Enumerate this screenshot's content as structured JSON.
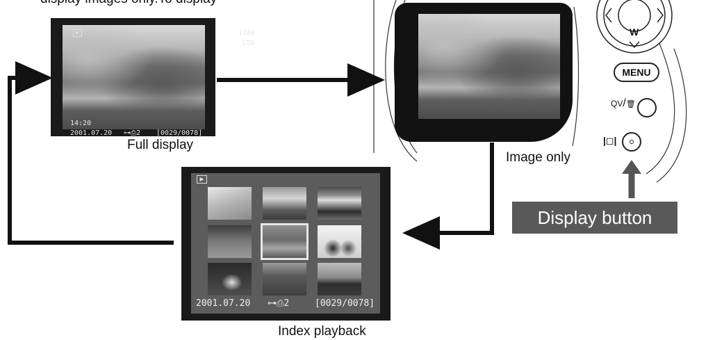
{
  "captions": {
    "top_cut": "display images only.To display",
    "full_display": "Full display",
    "image_only": "Image only",
    "index_playback": "Index playback",
    "display_button": "Display button"
  },
  "full_display_screen": {
    "play_icon": "▶",
    "image_size": "1280",
    "quality": "STD",
    "time": "14:20",
    "date": "2001.07.20",
    "lock_icon": "key-icon",
    "print_icon": "printer-icon",
    "print_count": "2",
    "frame_counter": "[0029/0078]"
  },
  "index_screen": {
    "play_icon": "▶",
    "date": "2001.07.20",
    "lock_icon": "key-icon",
    "print_icon": "printer-icon",
    "print_count": "2",
    "frame_counter": "[0029/0078]",
    "thumbnails": [
      {
        "id": "thumb-1",
        "selected": false
      },
      {
        "id": "thumb-2",
        "selected": false
      },
      {
        "id": "thumb-3",
        "selected": false
      },
      {
        "id": "thumb-4",
        "selected": false
      },
      {
        "id": "thumb-5",
        "selected": true
      },
      {
        "id": "thumb-6",
        "selected": false
      },
      {
        "id": "thumb-7",
        "selected": false
      },
      {
        "id": "thumb-8",
        "selected": false
      },
      {
        "id": "thumb-9",
        "selected": false
      }
    ]
  },
  "camera_controls": {
    "zoom_wide_label": "W",
    "menu_label": "MENU",
    "qv_label": "QV",
    "trash_icon": "trash-icon",
    "display_icon": "display-icon"
  },
  "colors": {
    "arrow": "#111111",
    "button_label_bg": "#595959",
    "button_label_text": "#ffffff",
    "screen_bezel": "#1a1a1a",
    "selection_border": "#e6e6e6"
  }
}
